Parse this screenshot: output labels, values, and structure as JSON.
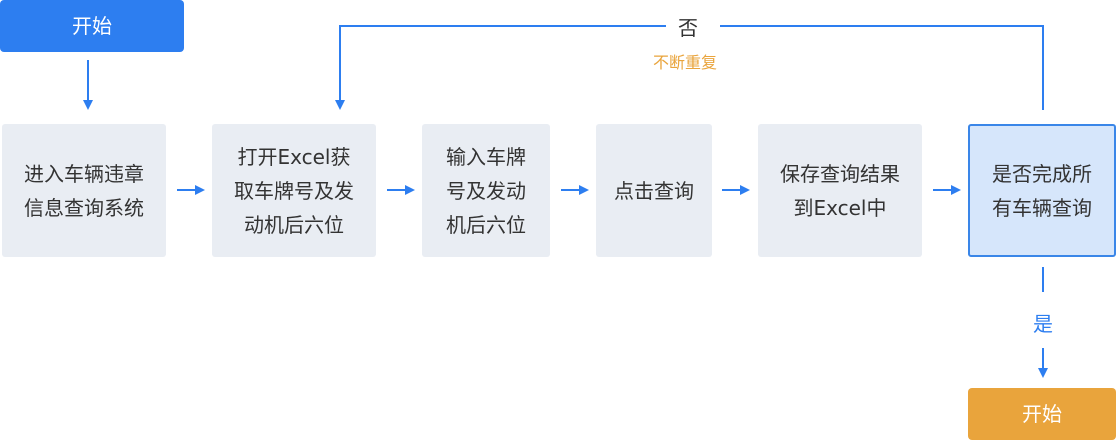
{
  "start": {
    "label": "开始"
  },
  "end": {
    "label": "开始"
  },
  "steps": [
    {
      "label": "进入车辆违章\n信息查询系统"
    },
    {
      "label": "打开Excel获\n取车牌号及发\n动机后六位"
    },
    {
      "label": "输入车牌\n号及发动\n机后六位"
    },
    {
      "label": "点击查询"
    },
    {
      "label": "保存查询结果\n到Excel中"
    }
  ],
  "decision": {
    "label": "是否完成所\n有车辆查询"
  },
  "loop": {
    "no_label": "否",
    "note": "不断重复"
  },
  "yes_label": "是",
  "colors": {
    "primary": "#2d7ef0",
    "end": "#e9a43c",
    "step_bg": "#e9edf3",
    "decision_bg": "#d6e6fb",
    "note": "#e9a43c"
  }
}
